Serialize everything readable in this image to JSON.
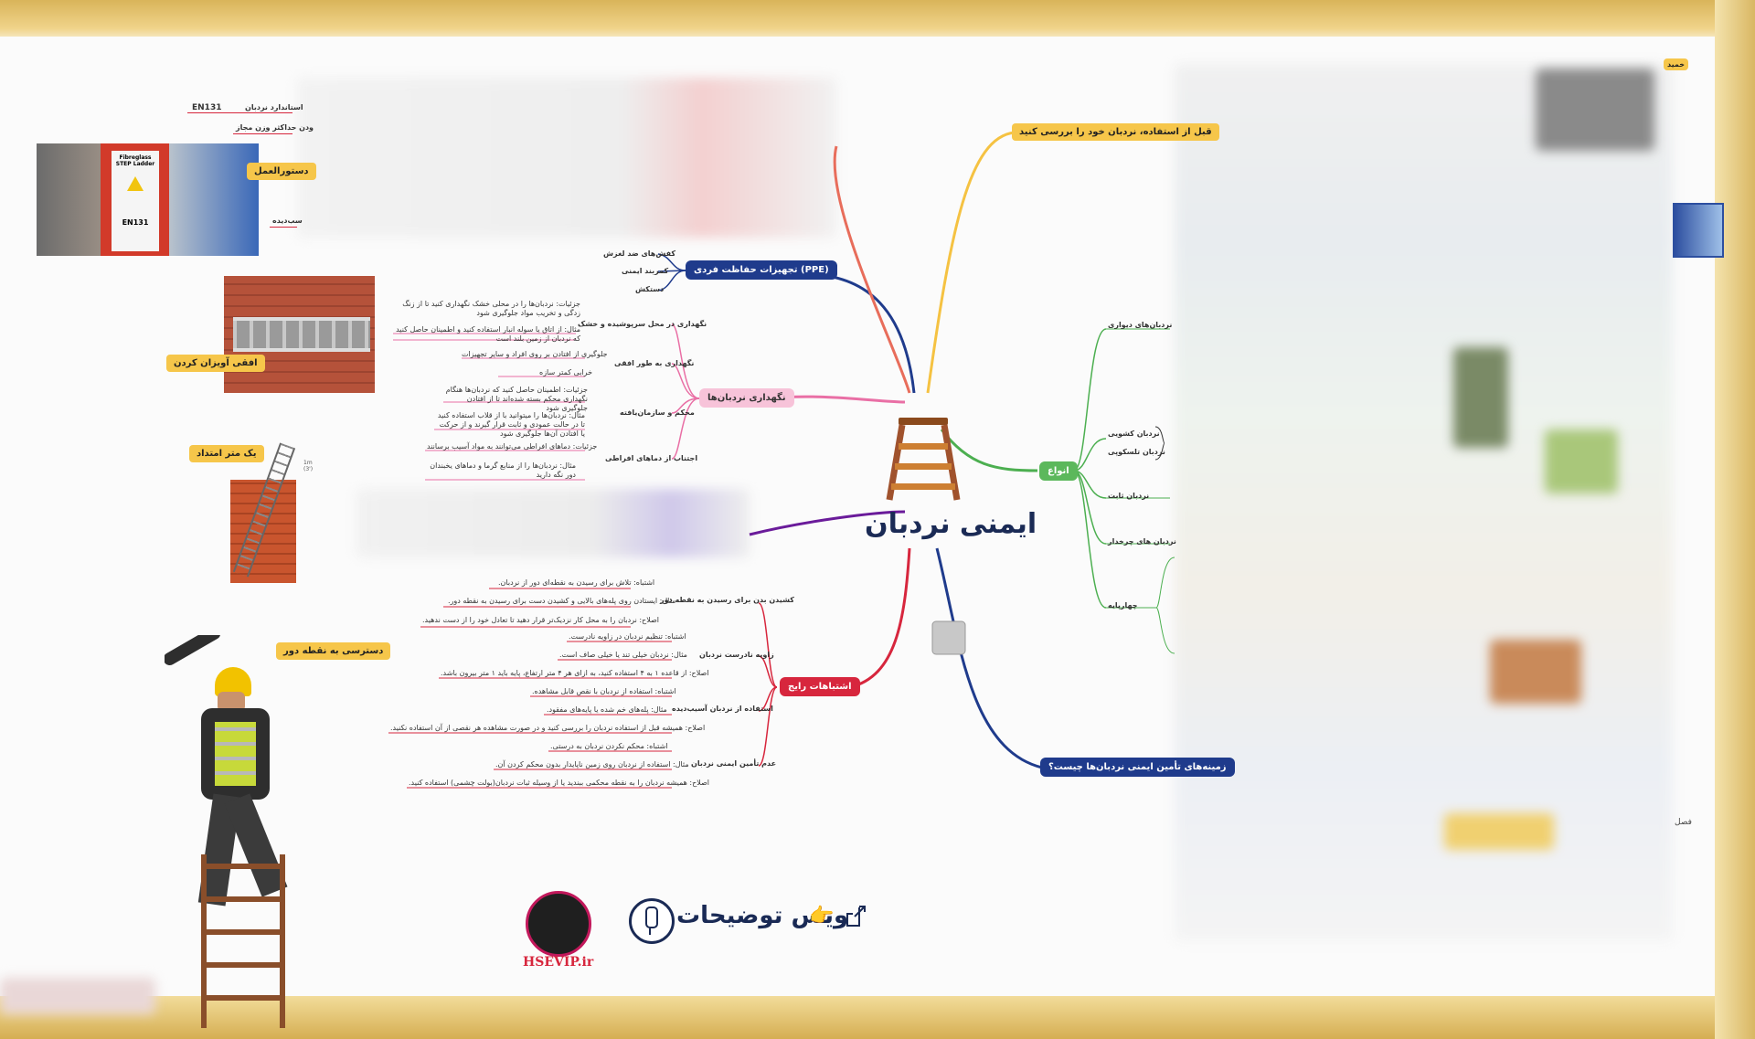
{
  "colors": {
    "ppe": "#1f3b8c",
    "maintain": "#e96fa5",
    "mistakes": "#d7263d",
    "types": "#4caf50",
    "check": "#f5c242",
    "needs": "#1f3b8c",
    "purple": "#6a1b9a"
  },
  "central": {
    "title": "ایمنی نردبان"
  },
  "branches": {
    "check": "قبل از استفاده، نردبان خود را بررسی کنید",
    "ppe": "(PPE) تجهیزات حفاظت فردی",
    "maintain": "نگهداری نردبان‌ها",
    "mistakes": "اشتباهات رایج",
    "types": "انواع",
    "needs": "زمینه‌های تأمین ایمنی نردبان‌ها چیست؟"
  },
  "ppe_items": [
    "کفش‌های ضد لغزش",
    "کمربند ایمنی",
    "دستکش"
  ],
  "maintain_groups": [
    {
      "label": "نگهداری در محل سرپوشیده و خشک",
      "notes": [
        "جزئیات: نردبان‌ها را در محلی خشک نگهداری کنید تا از زنگ زدگی و تخریب مواد جلوگیری شود",
        "مثال: از اتاق یا سوله انبار استفاده کنید و اطمینان حاصل کنید که نردبان از زمین بلند است"
      ]
    },
    {
      "label": "نگهداری به طور افقی",
      "notes": [
        "جلوگیری از افتادن بر روی افراد و سایر تجهیزات",
        "خرابی کمتر سازه"
      ]
    },
    {
      "label": "محکم و سازمان‌یافته",
      "notes": [
        "جزئیات: اطمینان حاصل کنید که نردبان‌ها هنگام نگهداری محکم بسته شده‌اند تا از افتادن جلوگیری شود",
        "مثال: نردبان‌ها را میتوانید با از قلاب استفاده کنید تا در حالت عمودی و ثابت قرار گیرند و از حرکت یا افتادن آن‌ها جلوگیری شود"
      ]
    },
    {
      "label": "اجتناب از دماهای افراطی",
      "notes": [
        "جزئیات: دماهای افراطی می‌توانند به مواد آسیب برسانند",
        "مثال: نردبان‌ها را از منابع گرما و دماهای یخبندان دور نگه دارید"
      ]
    }
  ],
  "mistake_groups": [
    {
      "label": "کشیدن بدن برای رسیدن به نقطه دور",
      "notes": [
        "اشتباه: تلاش برای رسیدن به نقطه‌ای دور از نردبان.",
        "مثال: ایستادن روی پله‌های بالایی و کشیدن دست برای رسیدن به نقطه دور.",
        "اصلاح: نردبان را به محل کار نزدیک‌تر قرار دهید تا تعادل خود را از دست ندهید."
      ]
    },
    {
      "label": "زاویه نادرست نردبان",
      "notes": [
        "اشتباه: تنظیم نردبان در زاویه نادرست.",
        "مثال: نردبان خیلی تند یا خیلی صاف است.",
        "اصلاح: از قاعده ۱ به ۴ استفاده کنید، به ازای هر ۴ متر ارتفاع، پایه باید ۱ متر بیرون باشد."
      ]
    },
    {
      "label": "استفاده از نردبان آسیب‌دیده",
      "notes": [
        "اشتباه: استفاده از نردبان با نقص قابل مشاهده.",
        "مثال: پله‌های خم شده یا پایه‌های مفقود.",
        "اصلاح: همیشه قبل از استفاده نردبان را بررسی کنید و در صورت مشاهده هر نقصی از آن استفاده نکنید."
      ]
    },
    {
      "label": "عدم تأمین ایمنی نردبان",
      "notes": [
        "اشتباه: محکم نکردن نردبان به درستی.",
        "مثال: استفاده از نردبان روی زمین ناپایدار بدون محکم کردن آن.",
        "اصلاح: همیشه نردبان را به نقطه محکمی ببندید یا از وسیله ثبات نردبان(بولت چشمی) استفاده کنید."
      ]
    }
  ],
  "types_items": [
    "نردبان‌های دیواری",
    "نردبان کشویی",
    "نردبان تلسکوپی",
    "نردبان ثابت",
    "نردبان های چرخدار",
    "چهارپایه"
  ],
  "photo_labels": {
    "instructions": "دستورالعمل",
    "horizontal": "افقی آویزان کردن",
    "one_meter": "یک متر امتداد",
    "reach": "دسترسی به نقطه دور"
  },
  "standard_notes": [
    "EN131",
    "استاندارد نردبان",
    "ودن حداکثر وزن مجاز",
    "سب‌دیده"
  ],
  "sticker": {
    "line1": "Fibreglass",
    "line2": "STEP Ladder",
    "code": "EN131"
  },
  "ladder_dim": "1m (3')",
  "footer": {
    "voice": "ویس توضیحات",
    "pointer": "👉",
    "site": "HSEVIP.ir"
  },
  "right_fragments": [
    "خمید",
    "فصل"
  ]
}
